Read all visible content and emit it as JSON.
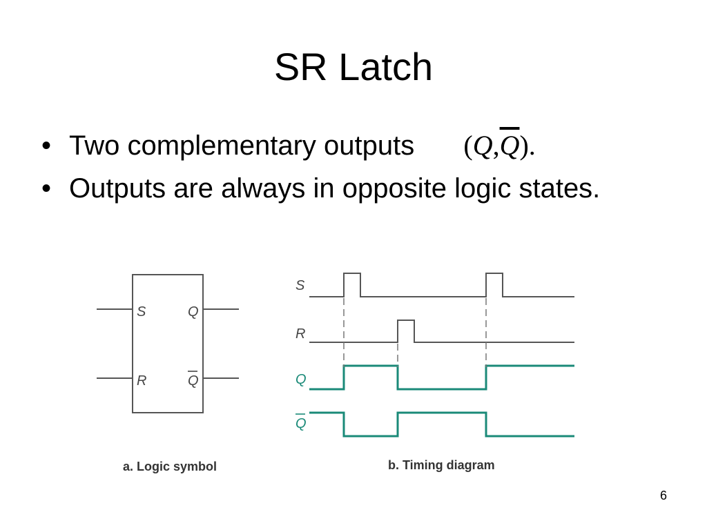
{
  "title": "SR Latch",
  "bullets": [
    "Two complementary outputs",
    "Outputs are always in opposite logic states."
  ],
  "math": {
    "open": "(",
    "q": "Q",
    "comma": ",",
    "qbar": "Q",
    "close": ").",
    "note": "Q and Q-bar"
  },
  "symbol": {
    "input_s": "S",
    "input_r": "R",
    "output_q": "Q",
    "output_qbar": "Q",
    "caption": "a. Logic symbol"
  },
  "timing": {
    "label_s": "S",
    "label_r": "R",
    "label_q": "Q",
    "label_qbar": "Q",
    "caption": "b. Timing diagram"
  },
  "colors": {
    "line": "#555555",
    "output": "#1a8a78",
    "dash": "#777777"
  },
  "page_number": "6"
}
